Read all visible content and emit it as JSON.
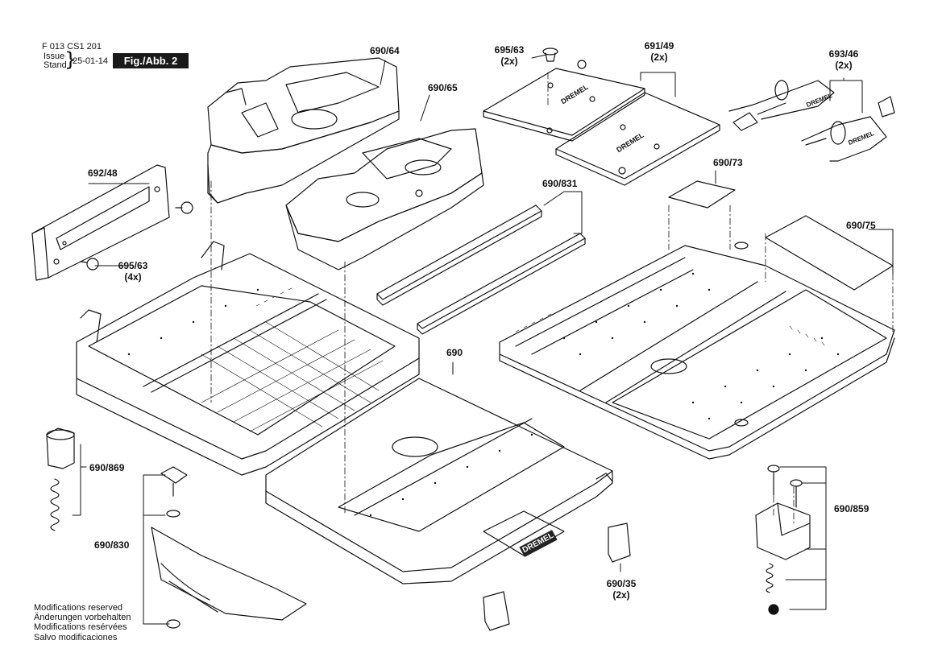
{
  "header": {
    "doc_number": "F 013 CS1 201",
    "issue_label": "Issue",
    "stand_label": "Stand",
    "date": "25-01-14",
    "figure": "Fig./Abb. 2"
  },
  "parts": [
    {
      "id": "690/64",
      "qty": ""
    },
    {
      "id": "690/65",
      "qty": ""
    },
    {
      "id": "695/63",
      "qty": "(2x)"
    },
    {
      "id": "691/49",
      "qty": "(2x)"
    },
    {
      "id": "693/46",
      "qty": "(2x)"
    },
    {
      "id": "692/48",
      "qty": ""
    },
    {
      "id": "695/63",
      "qty": "(4x)"
    },
    {
      "id": "690/831",
      "qty": ""
    },
    {
      "id": "690/73",
      "qty": ""
    },
    {
      "id": "690/75",
      "qty": ""
    },
    {
      "id": "690",
      "qty": ""
    },
    {
      "id": "690/869",
      "qty": ""
    },
    {
      "id": "690/830",
      "qty": ""
    },
    {
      "id": "690/35",
      "qty": "(2x)"
    },
    {
      "id": "690/859",
      "qty": ""
    }
  ],
  "brand_marks": [
    "DREMEL",
    "DREMEL",
    "DREMEL",
    "DREMEL",
    "DREMEL"
  ],
  "notes": [
    "Modifications reserved",
    "Änderungen vorbehalten",
    "Modifications resérvées",
    "Salvo modificaciones"
  ],
  "colors": {
    "ink": "#111111",
    "fill": "#ffffff",
    "tag_bg": "#1a1a1a",
    "tag_text": "#ffffff"
  }
}
